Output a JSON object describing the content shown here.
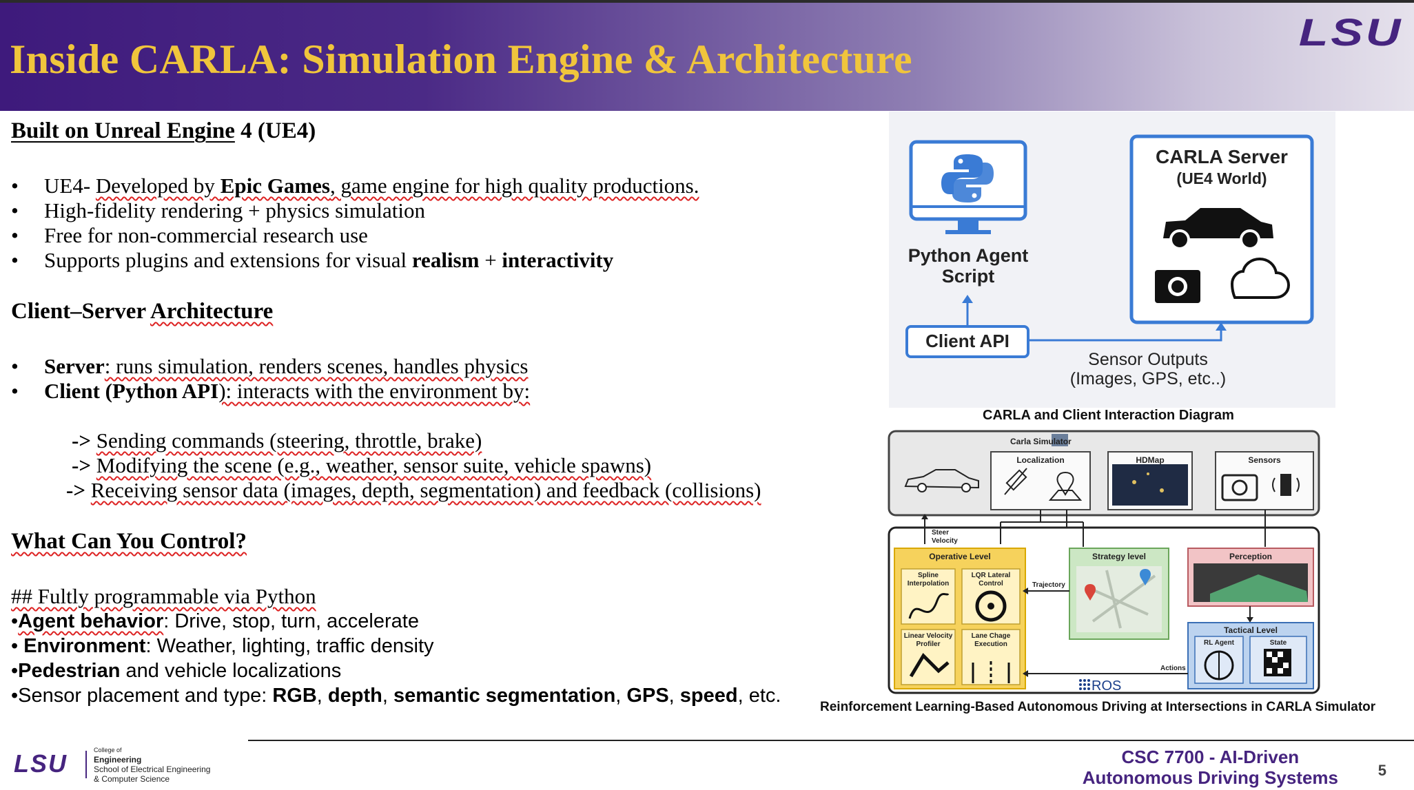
{
  "header": {
    "title": "Inside CARLA: Simulation Engine & Architecture",
    "logo_text": "LSU"
  },
  "section1": {
    "heading_a": "Built on Unreal Engine",
    "heading_b": " 4 (UE4)",
    "bullets": [
      {
        "pre": "UE4- ",
        "u1": "Developed by ",
        "b": "Epic Games",
        "post": ", game engine for high quality productions."
      },
      {
        "text": "High-fidelity rendering + physics simulation"
      },
      {
        "text": "Free for non-commercial research use"
      },
      {
        "pre": "Supports plugins and extensions for visual ",
        "b1": "realism",
        "mid": " + ",
        "b2": "interactivity"
      }
    ]
  },
  "section2": {
    "heading_a": "Client–Server ",
    "heading_b": "Architecture",
    "server_label": "Server",
    "server_text": ": runs simulation, renders scenes, handles physics",
    "client_label": "Client (Python API",
    "client_text": "):  interacts with the environment by:",
    "items": [
      {
        "arrow": "-> ",
        "text": "Sending commands (steering, throttle, brake)"
      },
      {
        "arrow": "-> ",
        "text": "Modifying the scene (e.g., weather, sensor suite, vehicle spawns)"
      },
      {
        "arrow": "-> ",
        "text": "Receiving sensor data (images, depth, segmentation) and feedback (collisions)"
      }
    ]
  },
  "section3": {
    "heading": "What Can You Control?",
    "intro": "## Fultly programmable via Python",
    "lines": [
      {
        "pre": "•",
        "b": "Agent behavior",
        "post": ":  Drive, stop, turn, accelerate"
      },
      {
        "pre": "• ",
        "b": "Environment",
        "post": ": Weather, lighting, traffic density"
      },
      {
        "pre": "•",
        "b": "Pedestrian",
        "post": " and vehicle localizations"
      },
      {
        "pre": "•Sensor placement and type: ",
        "b1": "RGB",
        "s1": ", ",
        "b2": "depth",
        "s2": ", ",
        "b3": "semantic segmentation",
        "s3": ", ",
        "b4": "GPS",
        "s4": ", ",
        "b5": "speed",
        "s5": ", etc."
      }
    ]
  },
  "diagram1": {
    "python_label_1": "Python Agent",
    "python_label_2": "Script",
    "server_title": "CARLA Server",
    "server_sub": "(UE4 World)",
    "client_api": "Client API",
    "sensor_1": "Sensor Outputs",
    "sensor_2": "(Images, GPS, etc..)",
    "caption": "CARLA and Client Interaction Diagram",
    "colors": {
      "blue": "#3a7bd5",
      "dark": "#111111"
    }
  },
  "diagram2": {
    "simulator": "Carla Simulator",
    "localization": "Localization",
    "hdmap": "HDMap",
    "sensors": "Sensors",
    "steer_1": "Steer",
    "steer_2": "Velocity",
    "operative": "Operative Level",
    "spline_1": "Spline",
    "spline_2": "Interpolation",
    "lqr_1": "LQR Lateral",
    "lqr_2": "Control",
    "linear_1": "Linear Velocity",
    "linear_2": "Profiler",
    "lane_1": "Lane Chage",
    "lane_2": "Execution",
    "trajectory": "Trajectory",
    "strategy": "Strategy level",
    "perception": "Perception",
    "tactical": "Tactical Level",
    "rl_agent": "RL Agent",
    "state": "State",
    "actions": "Actions",
    "ros": "ROS",
    "caption": "Reinforcement Learning-Based Autonomous Driving at Intersections in CARLA Simulator"
  },
  "footer": {
    "logo": "LSU",
    "college_1": "College of",
    "college_2": "Engineering",
    "college_3": "School of Electrical Engineering",
    "college_4": "& Computer Science",
    "course_1": "CSC 7700 - AI-Driven",
    "course_2": "Autonomous Driving Systems",
    "page": "5"
  }
}
